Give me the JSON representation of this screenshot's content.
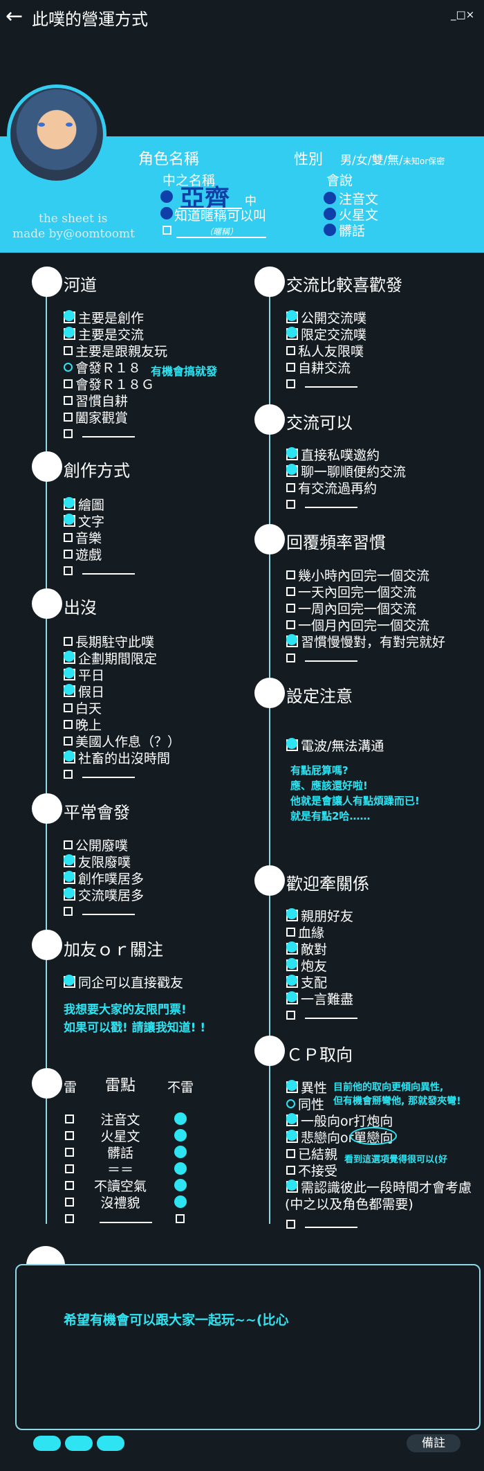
{
  "header": {
    "back_icon": "arrow-left-icon",
    "title": "此噗的營運方式",
    "window_icons": "_□×"
  },
  "profile": {
    "avatar_icon": "wolf-boy-avatar",
    "credit1": "the sheet is",
    "credit2": "made by@oomtoomt",
    "char_name_label": "角色名稱",
    "gender_label": "性別",
    "gender_options": "男/女/雙/無/",
    "gender_small": "未知or保密",
    "chinese_name_label": "中之名稱",
    "name_value": "亞齊",
    "name_suffix": "中",
    "nickname": "知道暱稱可以叫",
    "nickname_blank_label": "（暱稱）",
    "lang_label": "會說",
    "langs": [
      "注音文",
      "火星文",
      "髒話"
    ]
  },
  "left": {
    "sec1": {
      "title": "河道",
      "items": [
        "主要是創作",
        "主要是交流",
        "主要是跟親友玩",
        "會發Ｒ１８",
        "會發Ｒ１８Ｇ",
        "習慣自耕",
        "闔家觀賞"
      ],
      "note": "有機會搞就發"
    },
    "sec2": {
      "title": "創作方式",
      "items": [
        "繪圖",
        "文字",
        "音樂",
        "遊戲"
      ]
    },
    "sec3": {
      "title": "出沒",
      "items": [
        "長期駐守此噗",
        "企劃期間限定",
        "平日",
        "假日",
        "白天",
        "晚上",
        "美國人作息（？）",
        "社畜的出沒時間"
      ]
    },
    "sec4": {
      "title": "平常會發",
      "items": [
        "公開廢噗",
        "友限廢噗",
        "創作噗居多",
        "交流噗居多"
      ]
    },
    "sec5": {
      "title": "加友ｏｒ關注",
      "items": [
        "同企可以直接戳友"
      ],
      "note1": "我想要大家的友限門票!",
      "note2": "如果可以戳! 請讓我知道! !"
    },
    "sec6": {
      "title": "雷",
      "col_mid": "雷點",
      "col_right": "不雷",
      "rows": [
        "注音文",
        "火星文",
        "髒話",
        "＝＝",
        "不讀空氣",
        "沒禮貌"
      ]
    }
  },
  "right": {
    "sec1": {
      "title": "交流比較喜歡發",
      "items": [
        "公開交流噗",
        "限定交流噗",
        "私人友限噗",
        "自耕交流"
      ]
    },
    "sec2": {
      "title": "交流可以",
      "items": [
        "直接私噗邀約",
        "聊一聊順便約交流",
        "有交流過再約"
      ]
    },
    "sec3": {
      "title": "回覆頻率習慣",
      "items": [
        "幾小時內回完一個交流",
        "一天內回完一個交流",
        "一周內回完一個交流",
        "一個月內回完一個交流",
        "習慣慢慢對，有對完就好"
      ]
    },
    "sec4": {
      "title": "設定注意",
      "items": [
        "電波/無法溝通"
      ],
      "notes": [
        "有點屁算嗎?",
        "應、應該還好啦!",
        "他就是會讓人有點煩躁而已!",
        "就是有點2哈……"
      ]
    },
    "sec5": {
      "title": "歡迎牽關係",
      "items": [
        "親朋好友",
        "血緣",
        "敵對",
        "炮友",
        "支配",
        "一言難盡"
      ]
    },
    "sec6": {
      "title": "ＣＰ取向",
      "items": [
        "異性",
        "同性",
        "一般向or打炮向",
        "悲戀向or單戀向",
        "已結親",
        "不接受",
        "需認識彼此一段時間才會考慮",
        "(中之以及角色都需要)"
      ],
      "note1": "目前他的取向更傾向異性,",
      "note2": "但有機會掰彎他, 那就發夾彎!",
      "note3": "看到這選項覺得很可以(好"
    }
  },
  "remarks": {
    "text": "希望有機會可以跟大家一起玩~~(比心",
    "label": "備註"
  },
  "colors": {
    "accent": "#2ee4f2",
    "background": "#141c22",
    "blue": "#0f3fa8"
  }
}
